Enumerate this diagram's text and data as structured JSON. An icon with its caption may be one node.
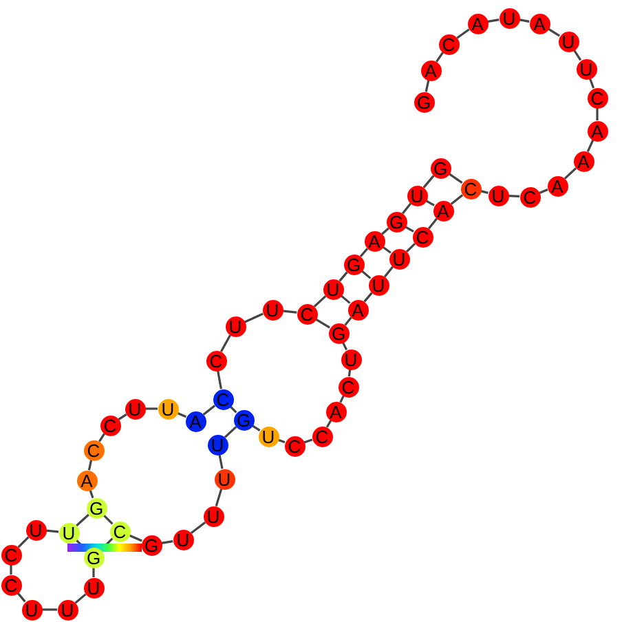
{
  "diagram": {
    "nodes": [
      {
        "text": [
          "G"
        ]
      },
      {
        "text": [
          "A"
        ]
      },
      {
        "text": [
          "C"
        ]
      },
      {
        "text": [
          "A"
        ]
      },
      {
        "text": [
          "U"
        ]
      },
      {
        "text": [
          "A"
        ]
      },
      {
        "text": [
          "U"
        ]
      },
      {
        "text": [
          "U"
        ]
      },
      {
        "text": [
          "C"
        ]
      },
      {
        "text": [
          "A"
        ]
      },
      {
        "text": [
          "A"
        ]
      },
      {
        "text": [
          "A"
        ]
      },
      {
        "text": [
          "C"
        ]
      },
      {
        "text": [
          "U"
        ]
      },
      {
        "text": [
          "C"
        ]
      },
      {
        "text": [
          "G"
        ]
      },
      {
        "text": [
          "U"
        ]
      },
      {
        "text": [
          "G"
        ]
      },
      {
        "text": [
          "A"
        ]
      },
      {
        "text": [
          "G"
        ]
      },
      {
        "text": [
          "U"
        ]
      },
      {
        "text": [
          "C"
        ]
      },
      {
        "text": [
          "U"
        ]
      },
      {
        "text": [
          "U"
        ]
      },
      {
        "text": [
          "C"
        ]
      },
      {
        "text": [
          "C"
        ]
      },
      {
        "text": [
          "A"
        ]
      },
      {
        "text": [
          "U"
        ]
      },
      {
        "text": [
          "U"
        ]
      },
      {
        "text": [
          "C"
        ]
      },
      {
        "text": [
          "C"
        ]
      },
      {
        "text": [
          "A"
        ]
      },
      {
        "text": [
          "G"
        ]
      },
      {
        "text": [
          "U"
        ]
      },
      {
        "text": [
          "U"
        ]
      },
      {
        "text": [
          "C"
        ]
      },
      {
        "text": [
          "C"
        ]
      },
      {
        "text": [
          "U"
        ]
      },
      {
        "text": [
          "U"
        ]
      },
      {
        "text": [
          "U"
        ]
      },
      {
        "text": [
          "G"
        ]
      },
      {
        "text": [
          "C"
        ]
      },
      {
        "text": [
          "G"
        ]
      },
      {
        "text": [
          "U"
        ]
      },
      {
        "text": [
          "U"
        ]
      },
      {
        "text": [
          "U"
        ]
      },
      {
        "text": [
          "U"
        ]
      },
      {
        "text": [
          "G"
        ]
      },
      {
        "text": [
          "U"
        ]
      },
      {
        "text": [
          "C"
        ]
      },
      {
        "text": [
          "C"
        ]
      },
      {
        "text": [
          "A"
        ]
      },
      {
        "text": [
          "C"
        ]
      },
      {
        "text": [
          "U"
        ]
      },
      {
        "text": [
          "G"
        ]
      },
      {
        "text": [
          "A"
        ]
      },
      {
        "text": [
          "U"
        ]
      },
      {
        "text": [
          "U"
        ]
      },
      {
        "text": [
          "C"
        ]
      },
      {
        "text": [
          "A"
        ]
      }
    ],
    "edges": [
      {
        "from": 0,
        "to": 1,
        "arrow": "none"
      },
      {
        "from": 1,
        "to": 2,
        "arrow": "none"
      },
      {
        "from": 2,
        "to": 3,
        "arrow": "none"
      },
      {
        "from": 3,
        "to": 4,
        "arrow": "none"
      },
      {
        "from": 4,
        "to": 5,
        "arrow": "none"
      },
      {
        "from": 5,
        "to": 6,
        "arrow": "none"
      },
      {
        "from": 6,
        "to": 7,
        "arrow": "none"
      },
      {
        "from": 7,
        "to": 8,
        "arrow": "none"
      },
      {
        "from": 8,
        "to": 9,
        "arrow": "none"
      },
      {
        "from": 9,
        "to": 10,
        "arrow": "none"
      },
      {
        "from": 10,
        "to": 11,
        "arrow": "none"
      },
      {
        "from": 11,
        "to": 12,
        "arrow": "none"
      },
      {
        "from": 12,
        "to": 13,
        "arrow": "none"
      },
      {
        "from": 13,
        "to": 14,
        "arrow": "none"
      },
      {
        "from": 14,
        "to": 15,
        "arrow": "none"
      },
      {
        "from": 15,
        "to": 16,
        "arrow": "none"
      },
      {
        "from": 16,
        "to": 17,
        "arrow": "none"
      },
      {
        "from": 17,
        "to": 18,
        "arrow": "none"
      },
      {
        "from": 18,
        "to": 19,
        "arrow": "none"
      },
      {
        "from": 19,
        "to": 20,
        "arrow": "none"
      },
      {
        "from": 20,
        "to": 21,
        "arrow": "none"
      },
      {
        "from": 21,
        "to": 22,
        "arrow": "none"
      },
      {
        "from": 22,
        "to": 23,
        "arrow": "none"
      },
      {
        "from": 23,
        "to": 24,
        "arrow": "none"
      },
      {
        "from": 24,
        "to": 25,
        "arrow": "none"
      },
      {
        "from": 25,
        "to": 26,
        "arrow": "none"
      },
      {
        "from": 26,
        "to": 27,
        "arrow": "none"
      },
      {
        "from": 27,
        "to": 28,
        "arrow": "none"
      },
      {
        "from": 28,
        "to": 29,
        "arrow": "none"
      },
      {
        "from": 29,
        "to": 30,
        "arrow": "none"
      },
      {
        "from": 30,
        "to": 31,
        "arrow": "none"
      },
      {
        "from": 31,
        "to": 32,
        "arrow": "none"
      },
      {
        "from": 32,
        "to": 33,
        "arrow": "none"
      },
      {
        "from": 33,
        "to": 34,
        "arrow": "none"
      },
      {
        "from": 34,
        "to": 35,
        "arrow": "none"
      },
      {
        "from": 35,
        "to": 36,
        "arrow": "none"
      },
      {
        "from": 36,
        "to": 37,
        "arrow": "none"
      },
      {
        "from": 37,
        "to": 38,
        "arrow": "none"
      },
      {
        "from": 38,
        "to": 39,
        "arrow": "none"
      },
      {
        "from": 39,
        "to": 40,
        "arrow": "none"
      },
      {
        "from": 40,
        "to": 41,
        "arrow": "none"
      },
      {
        "from": 41,
        "to": 42,
        "arrow": "none"
      },
      {
        "from": 42,
        "to": 43,
        "arrow": "none"
      },
      {
        "from": 43,
        "to": 44,
        "arrow": "none"
      },
      {
        "from": 44,
        "to": 45,
        "arrow": "none"
      },
      {
        "from": 45,
        "to": 46,
        "arrow": "none"
      },
      {
        "from": 46,
        "to": 47,
        "arrow": "none"
      },
      {
        "from": 47,
        "to": 48,
        "arrow": "none"
      },
      {
        "from": 48,
        "to": 49,
        "arrow": "none"
      },
      {
        "from": 49,
        "to": 50,
        "arrow": "none"
      },
      {
        "from": 50,
        "to": 51,
        "arrow": "none"
      },
      {
        "from": 51,
        "to": 52,
        "arrow": "none"
      },
      {
        "from": 52,
        "to": 53,
        "arrow": "none"
      },
      {
        "from": 53,
        "to": 54,
        "arrow": "none"
      },
      {
        "from": 54,
        "to": 55,
        "arrow": "none"
      },
      {
        "from": 55,
        "to": 56,
        "arrow": "none"
      },
      {
        "from": 56,
        "to": 57,
        "arrow": "none"
      },
      {
        "from": 57,
        "to": 58,
        "arrow": "none"
      },
      {
        "from": 58,
        "to": 59,
        "arrow": "none"
      },
      {
        "from": 59,
        "to": 14,
        "arrow": "none"
      },
      {
        "from": 16,
        "to": 59,
        "arrow": "none"
      },
      {
        "from": 17,
        "to": 58,
        "arrow": "none"
      },
      {
        "from": 18,
        "to": 57,
        "arrow": "none"
      },
      {
        "from": 19,
        "to": 56,
        "arrow": "none"
      },
      {
        "from": 20,
        "to": 55,
        "arrow": "none"
      },
      {
        "from": 21,
        "to": 54,
        "arrow": "none"
      },
      {
        "from": 25,
        "to": 47,
        "arrow": "none"
      },
      {
        "from": 32,
        "to": 41,
        "arrow": "none"
      },
      {
        "from": 33,
        "to": 40,
        "arrow": "none"
      }
    ]
  }
}
